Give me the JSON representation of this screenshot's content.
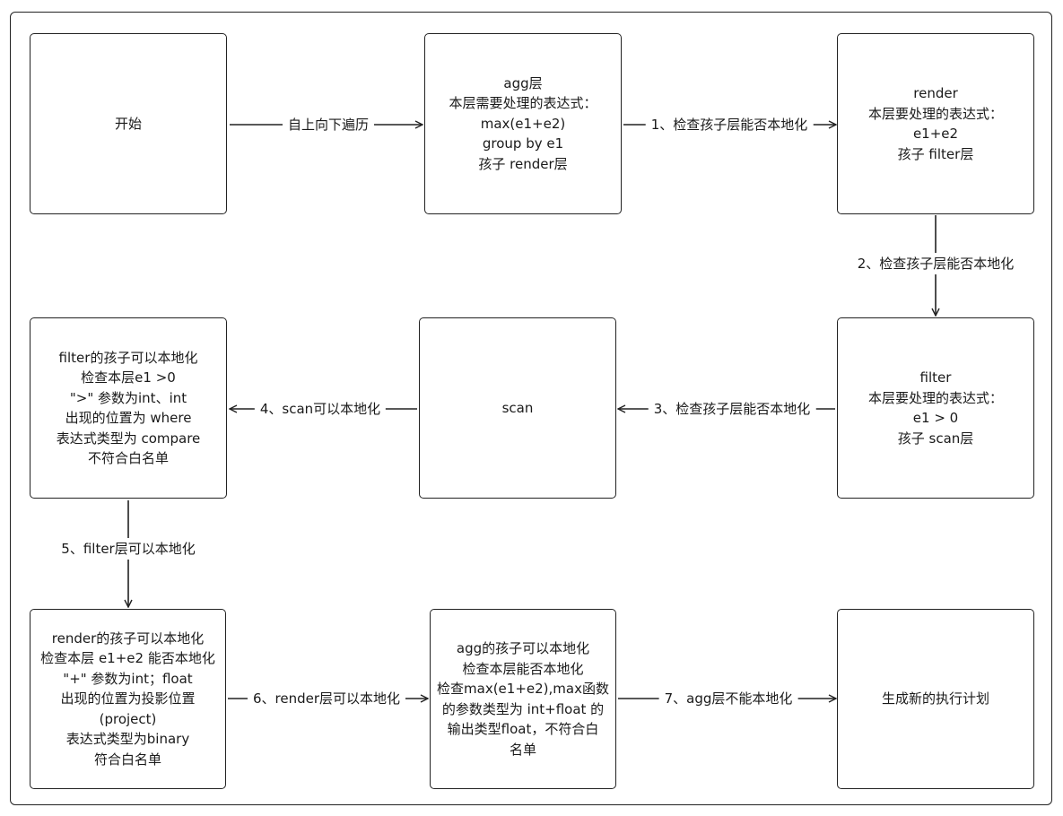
{
  "nodes": {
    "start": [
      "开始"
    ],
    "agg": [
      "agg层",
      "本层需要处理的表达式：",
      "max(e1+e2)",
      "group by e1",
      "孩子 render层"
    ],
    "render": [
      "render",
      "本层要处理的表达式：",
      "e1+e2",
      "孩子 filter层"
    ],
    "filter": [
      "filter",
      "本层要处理的表达式：",
      "e1 > 0",
      "孩子 scan层"
    ],
    "scan": [
      "scan"
    ],
    "filter_check": [
      "filter的孩子可以本地化",
      "检查本层e1 >0",
      "\">\" 参数为int、int",
      "出现的位置为 where",
      "表达式类型为 compare",
      "不符合白名单"
    ],
    "render_check": [
      "render的孩子可以本地化",
      "检查本层 e1+e2 能否本地化",
      "\"+\" 参数为int；float",
      "出现的位置为投影位置",
      "(project)",
      "表达式类型为binary",
      "符合白名单"
    ],
    "agg_check": [
      "agg的孩子可以本地化",
      "检查本层能否本地化",
      "检查max(e1+e2),max函数",
      "的参数类型为 int+float 的",
      "输出类型float，不符合白",
      "名单"
    ],
    "plan": [
      "生成新的执行计划"
    ]
  },
  "edges": {
    "traverse": "自上向下遍历",
    "e1": "1、检查孩子层能否本地化",
    "e2": "2、检查孩子层能否本地化",
    "e3": "3、检查孩子层能否本地化",
    "e4": "4、scan可以本地化",
    "e5": "5、filter层可以本地化",
    "e6": "6、render层可以本地化",
    "e7": "7、agg层不能本地化"
  }
}
